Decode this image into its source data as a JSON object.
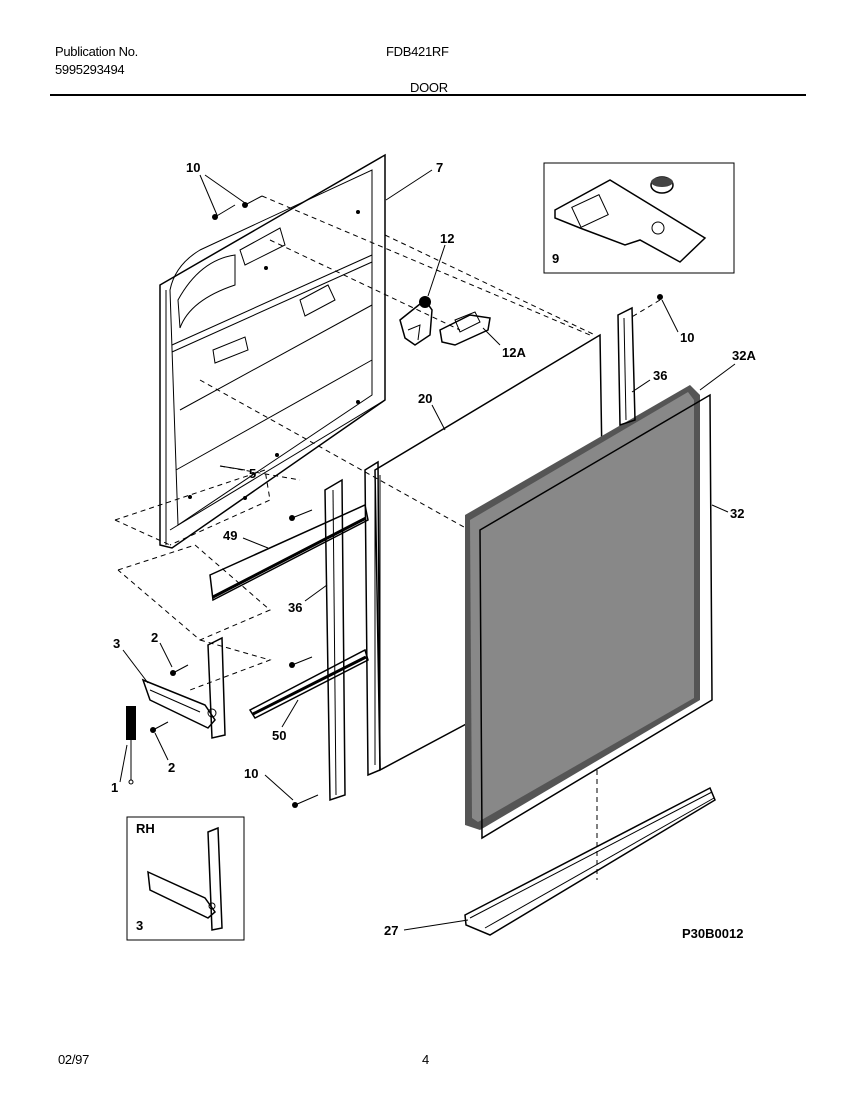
{
  "header": {
    "pub_label": "Publication No.",
    "pub_number": "5995293494",
    "model": "FDB421RF",
    "section": "DOOR"
  },
  "footer": {
    "date": "02/97",
    "page": "4"
  },
  "diagram": {
    "code": "P30B0012",
    "inset_rh_label": "RH",
    "callouts": {
      "c10_top": "10",
      "c7": "7",
      "c12": "12",
      "c12a": "12A",
      "c9": "9",
      "c10_right": "10",
      "c32a": "32A",
      "c36_top": "36",
      "c20": "20",
      "c5": "5",
      "c32": "32",
      "c49": "49",
      "c36_mid": "36",
      "c3": "3",
      "c2_top": "2",
      "c2_bot": "2",
      "c50": "50",
      "c1": "1",
      "c10_bot": "10",
      "c3_inset": "3",
      "c27": "27"
    }
  }
}
